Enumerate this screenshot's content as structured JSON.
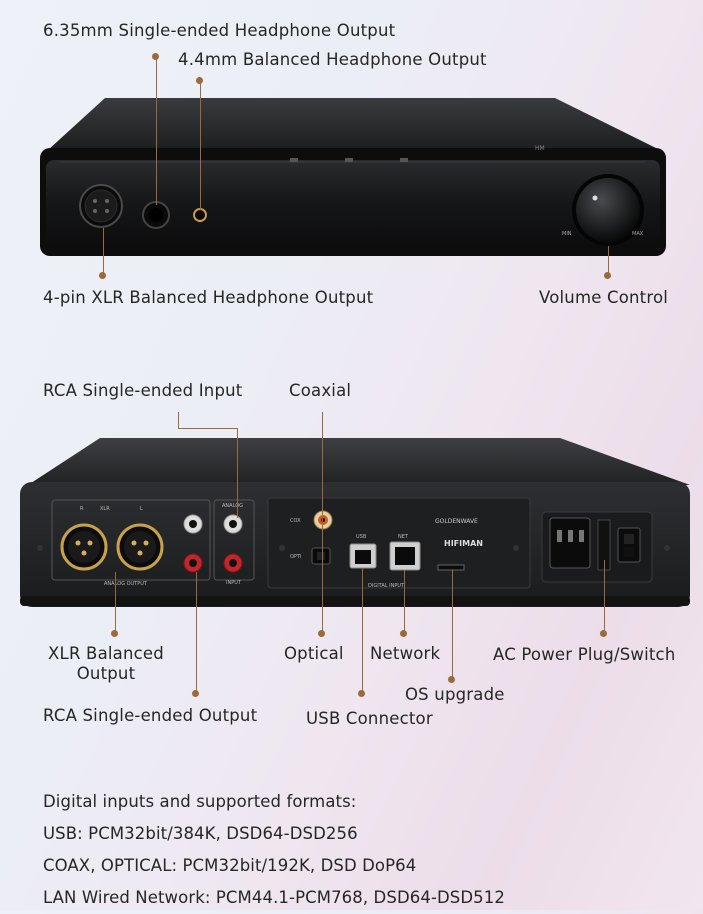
{
  "labels": {
    "jack_635": "6.35mm Single-ended Headphone Output",
    "jack_44": "4.4mm Balanced Headphone Output",
    "xlr_headphone": "4-pin XLR Balanced Headphone Output",
    "volume": "Volume Control",
    "rca_input": "RCA Single-ended Input",
    "coaxial": "Coaxial",
    "xlr_output_line1": "XLR Balanced",
    "xlr_output_line2": "Output",
    "optical": "Optical",
    "network": "Network",
    "ac_power": "AC Power Plug/Switch",
    "os_upgrade": "OS upgrade",
    "rca_output": "RCA Single-ended Output",
    "usb": "USB Connector"
  },
  "panel": {
    "xlr": "XLR",
    "r": "R",
    "l": "L",
    "analog_output": "ANALOG OUTPUT",
    "analog": "ANALOG",
    "input": "INPUT",
    "coax": "COX",
    "opti": "OPTI",
    "usb": "USB",
    "net": "NET",
    "digital_input": "DIGITAL INPUT",
    "brand_top": "GOLDENWAVE",
    "brand": "HIFIMAN",
    "min": "MIN",
    "max": "MAX"
  },
  "specs": {
    "heading": "Digital inputs and supported formats:",
    "usb": "USB: PCM32bit/384K, DSD64-DSD256",
    "coax_optical": "COAX, OPTICAL: PCM32bit/192K, DSD DoP64",
    "lan": "LAN Wired Network: PCM44.1-PCM768, DSD64-DSD512"
  }
}
